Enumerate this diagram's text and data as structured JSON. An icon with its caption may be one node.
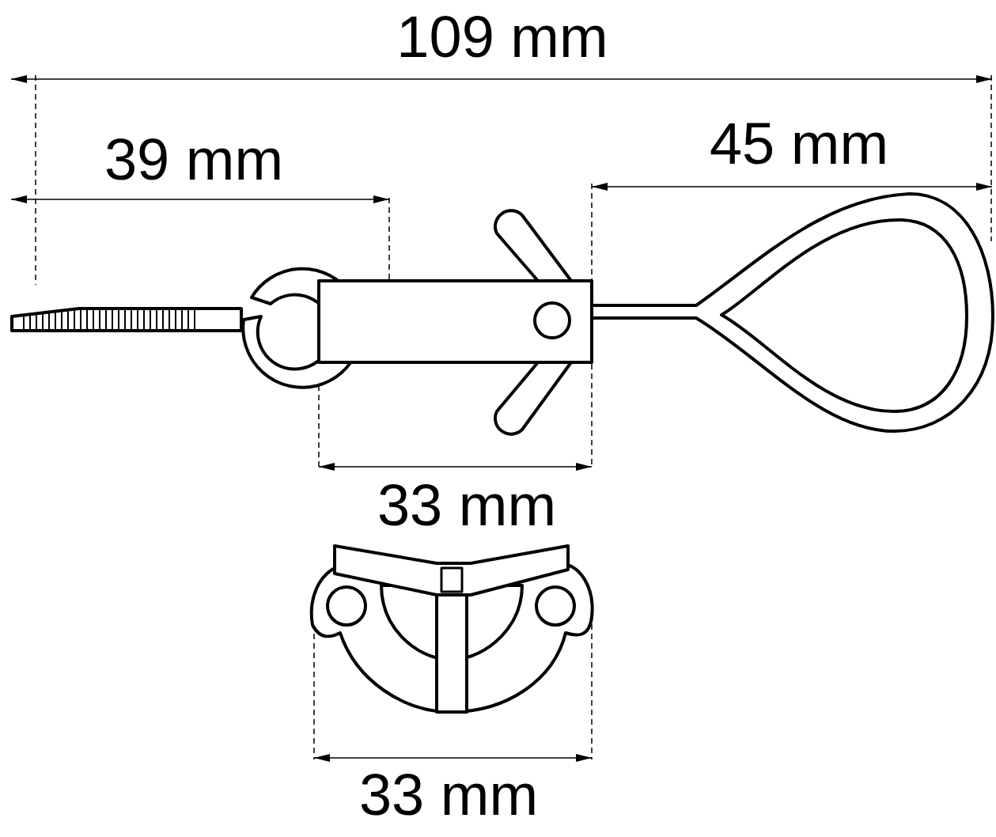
{
  "diagram": {
    "labels": [
      "109 mm",
      "39 mm",
      "45 mm",
      "33 mm",
      "33 mm"
    ]
  }
}
